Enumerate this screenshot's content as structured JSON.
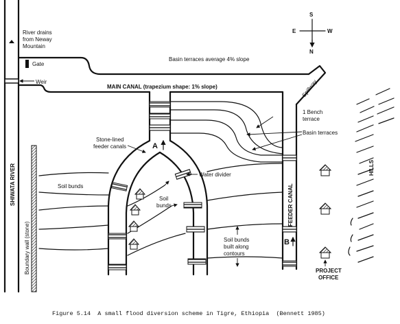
{
  "labels": {
    "river_drains": [
      "River drains",
      "from Neway",
      "Mountain"
    ],
    "gate": "Gate",
    "weir": "Weir",
    "basin_slope": "Basin terraces average 4% slope",
    "main_canal": "MAIN CANAL (trapezium shape: 1% slope)",
    "spillway": "Spillway",
    "bench_terrace": [
      "1 Bench",
      "terrace"
    ],
    "basin_terraces": "Basin terraces",
    "stone_lined": [
      "Stone-lined",
      "feeder canals"
    ],
    "point_a": "A",
    "point_b": "B",
    "water_divider": "Water divider",
    "soil_bunds_left": "Soil bunds",
    "soil_bunds_mid": [
      "Soil",
      "bunds"
    ],
    "soil_bunds_contours": [
      "Soil bunds",
      "built along",
      "contours"
    ],
    "shiwata_river": "SHIWATA RIVER",
    "boundary_wall": "Boundary wall (stone)",
    "feeder_canal": "FEEDER CANAL",
    "hills": "HILLS",
    "project_office": [
      "PROJECT",
      "OFFICE"
    ]
  },
  "compass": {
    "n": "N",
    "s": "S",
    "e": "E",
    "w": "W"
  },
  "caption": "Figure 5.14  A small flood diversion scheme in Tigre, Ethiopia  (Bennett 1985)"
}
